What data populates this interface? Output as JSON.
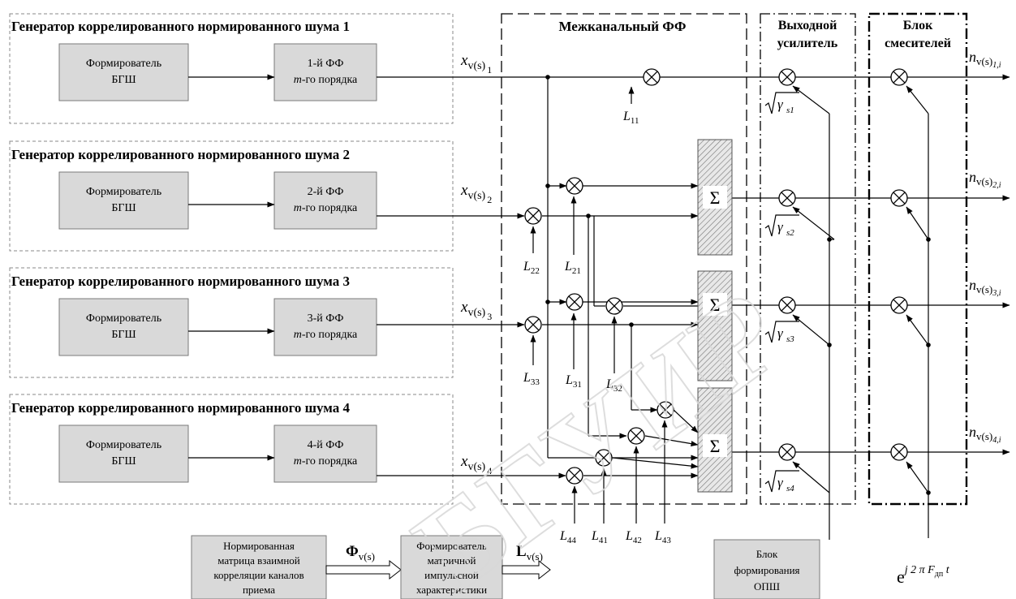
{
  "generators": [
    {
      "title": "Генератор коррелированного нормированного шума 1",
      "source_line1": "Формирователь",
      "source_line2": "БГШ",
      "filter_line1": "1-й ФФ",
      "filter_line2_prefix": "m",
      "filter_line2_rest": "-го порядка",
      "x_label": "x",
      "x_sub": "v(s)",
      "x_idx": "1"
    },
    {
      "title": "Генератор коррелированного нормированного шума 2",
      "source_line1": "Формирователь",
      "source_line2": "БГШ",
      "filter_line1": "2-й ФФ",
      "filter_line2_prefix": "m",
      "filter_line2_rest": "-го порядка",
      "x_label": "x",
      "x_sub": "v(s)",
      "x_idx": "2"
    },
    {
      "title": "Генератор коррелированного нормированного шума 3",
      "source_line1": "Формирователь",
      "source_line2": "БГШ",
      "filter_line1": "3-й ФФ",
      "filter_line2_prefix": "m",
      "filter_line2_rest": "-го порядка",
      "x_label": "x",
      "x_sub": "v(s)",
      "x_idx": "3"
    },
    {
      "title": "Генератор коррелированного нормированного шума 4",
      "source_line1": "Формирователь",
      "source_line2": "БГШ",
      "filter_line1": "4-й ФФ",
      "filter_line2_prefix": "m",
      "filter_line2_rest": "-го порядка",
      "x_label": "x",
      "x_sub": "v(s)",
      "x_idx": "4"
    }
  ],
  "interchannel_title": "Межканальный ФФ",
  "amplifier_title_line1": "Выходной",
  "amplifier_title_line2": "усилитель",
  "mixers_title_line1": "Блок",
  "mixers_title_line2": "смесителей",
  "sum_symbol": "Σ",
  "coefficients": {
    "L11": {
      "base": "L",
      "sub": "11"
    },
    "L22": {
      "base": "L",
      "sub": "22"
    },
    "L21": {
      "base": "L",
      "sub": "21"
    },
    "L33": {
      "base": "L",
      "sub": "33"
    },
    "L31": {
      "base": "L",
      "sub": "31"
    },
    "L32": {
      "base": "L",
      "sub": "32"
    },
    "L44": {
      "base": "L",
      "sub": "44"
    },
    "L41": {
      "base": "L",
      "sub": "41"
    },
    "L42": {
      "base": "L",
      "sub": "42"
    },
    "L43": {
      "base": "L",
      "sub": "43"
    }
  },
  "gains": [
    {
      "symbol": "γ",
      "sub": "s1"
    },
    {
      "symbol": "γ",
      "sub": "s2"
    },
    {
      "symbol": "γ",
      "sub": "s3"
    },
    {
      "symbol": "γ",
      "sub": "s4"
    }
  ],
  "outputs": [
    {
      "base": "n",
      "sub": "v(s)",
      "idx": "1,i"
    },
    {
      "base": "n",
      "sub": "v(s)",
      "idx": "2,i"
    },
    {
      "base": "n",
      "sub": "v(s)",
      "idx": "3,i"
    },
    {
      "base": "n",
      "sub": "v(s)",
      "idx": "4,i"
    }
  ],
  "matrix_block": {
    "line1": "Нормированная",
    "line2": "матрица взаимной",
    "line3": "корреляции каналов",
    "line4": "приема"
  },
  "phi_label": {
    "base": "Φ",
    "sub": "v(s)"
  },
  "impulse_block": {
    "line1": "Формирователь",
    "line2": "матричной",
    "line3": "импульсной",
    "line4": "характеристики"
  },
  "l_label": {
    "base": "L",
    "sub": "v(s)"
  },
  "opsh_block": {
    "line1": "Блок",
    "line2": "формирования",
    "line3": "ОПШ"
  },
  "exp_label": {
    "base": "e",
    "sup": "j 2 π F",
    "sup_sub": "дп",
    "sup_end": " t"
  },
  "watermark": "БГУИР"
}
